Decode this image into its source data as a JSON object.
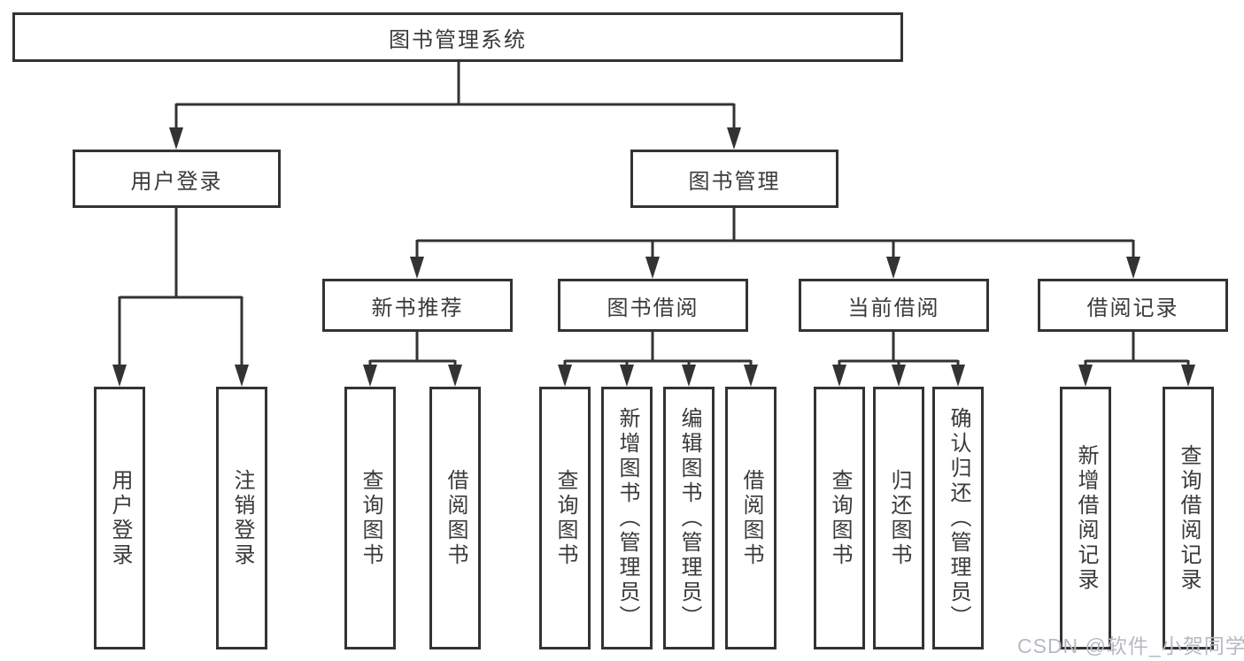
{
  "diagram": {
    "root": {
      "label": "图书管理系统"
    },
    "level2": [
      {
        "id": "user-login",
        "label": "用户登录"
      },
      {
        "id": "book-management",
        "label": "图书管理"
      }
    ],
    "level3": [
      {
        "id": "new-book-recommend",
        "label": "新书推荐"
      },
      {
        "id": "book-borrow",
        "label": "图书借阅"
      },
      {
        "id": "current-borrow",
        "label": "当前借阅"
      },
      {
        "id": "borrow-records",
        "label": "借阅记录"
      }
    ],
    "leaves": [
      {
        "parent": "user-login",
        "label": "用户登录"
      },
      {
        "parent": "user-login",
        "label": "注销登录"
      },
      {
        "parent": "new-book-recommend",
        "label": "查询图书"
      },
      {
        "parent": "new-book-recommend",
        "label": "借阅图书"
      },
      {
        "parent": "book-borrow",
        "label": "查询图书"
      },
      {
        "parent": "book-borrow",
        "label": "新增图书（管理员）"
      },
      {
        "parent": "book-borrow",
        "label": "编辑图书（管理员）"
      },
      {
        "parent": "book-borrow",
        "label": "借阅图书"
      },
      {
        "parent": "current-borrow",
        "label": "查询图书"
      },
      {
        "parent": "current-borrow",
        "label": "归还图书"
      },
      {
        "parent": "current-borrow",
        "label": "确认归还（管理员）"
      },
      {
        "parent": "borrow-records",
        "label": "新增借阅记录"
      },
      {
        "parent": "borrow-records",
        "label": "查询借阅记录"
      }
    ],
    "watermark": "CSDN @软件_小贺同学",
    "colors": {
      "line": "#333333",
      "text": "#3a3a3a",
      "box_background": "#ffffff",
      "page_background": "#ffffff",
      "watermark": "#b6bac1"
    }
  }
}
